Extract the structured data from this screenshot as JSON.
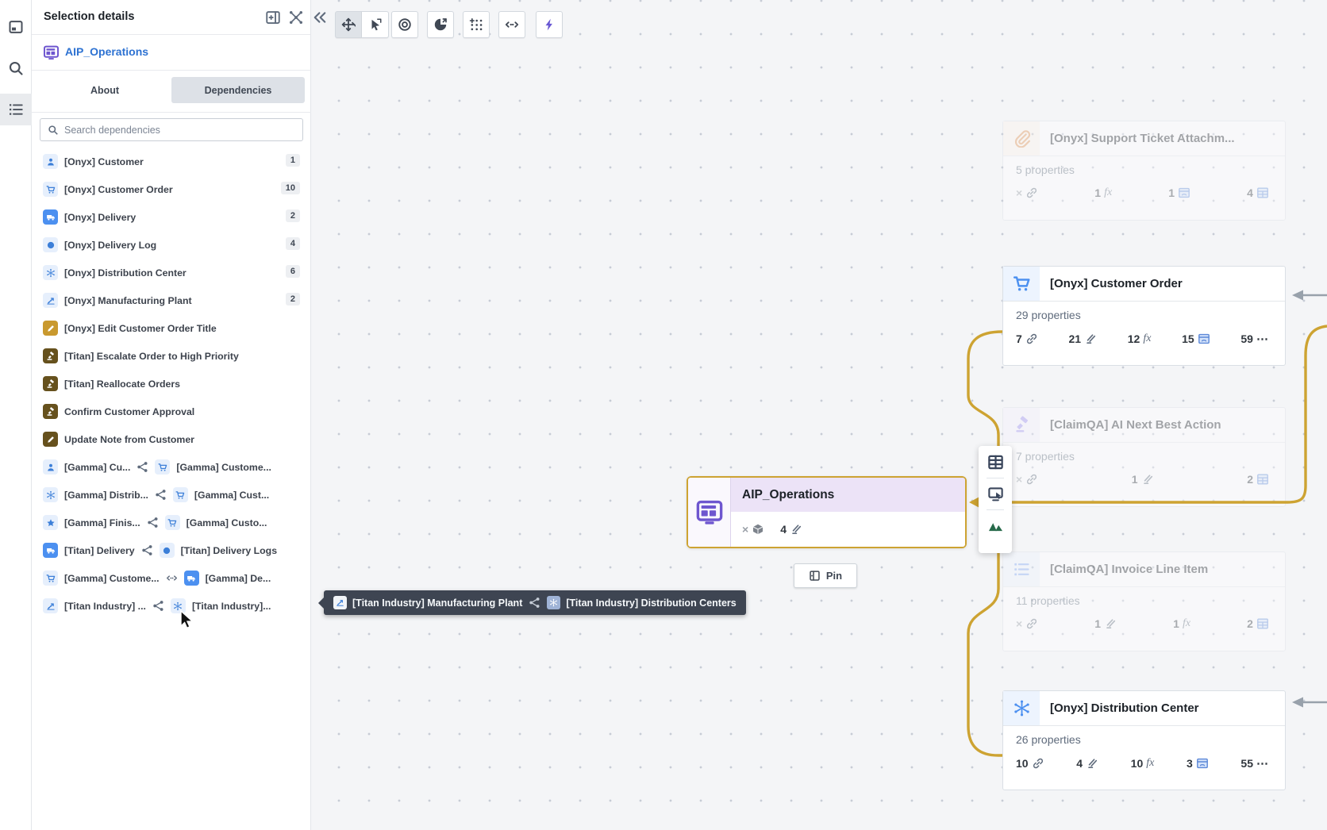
{
  "colors": {
    "accent_gold": "#CDA332",
    "blue": "#2D72D2",
    "node_blue": "#4C90F0",
    "purple": "#6E56CF",
    "tooltip_bg": "#3E4552"
  },
  "left_rail": {
    "items": [
      {
        "name": "panel-preview",
        "icon": "rail-panel",
        "active": false
      },
      {
        "name": "search",
        "icon": "rail-search",
        "active": false
      },
      {
        "name": "selection-list",
        "icon": "rail-list",
        "active": true
      }
    ]
  },
  "panel": {
    "title": "Selection details",
    "header_icons": [
      "open-panel-icon",
      "graph-layout-icon",
      "collapse-icon"
    ],
    "object": {
      "label": "AIP_Operations",
      "icon": "app-table"
    },
    "tabs": [
      {
        "label": "About",
        "active": false
      },
      {
        "label": "Dependencies",
        "active": true
      }
    ],
    "search": {
      "placeholder": "Search dependencies"
    },
    "dependencies": [
      {
        "kind": "object",
        "icon": "person",
        "style": "lightblue",
        "label": "[Onyx] Customer",
        "count": "1"
      },
      {
        "kind": "object",
        "icon": "cart",
        "style": "lightblue",
        "label": "[Onyx] Customer Order",
        "count": "10"
      },
      {
        "kind": "object",
        "icon": "truck",
        "style": "solidblue",
        "label": "[Onyx] Delivery",
        "count": "2"
      },
      {
        "kind": "object",
        "icon": "circle",
        "style": "lightblue",
        "label": "[Onyx] Delivery Log",
        "count": "4"
      },
      {
        "kind": "object",
        "icon": "hub",
        "style": "lightblue",
        "label": "[Onyx] Distribution Center",
        "count": "6"
      },
      {
        "kind": "object",
        "icon": "plant",
        "style": "lightblue",
        "label": "[Onyx] Manufacturing Plant",
        "count": "2"
      },
      {
        "kind": "action",
        "icon": "pencil",
        "style": "orange",
        "label": "[Onyx] Edit Customer Order Title"
      },
      {
        "kind": "action",
        "icon": "gavel",
        "style": "brown",
        "label": "[Titan] Escalate Order to High Priority"
      },
      {
        "kind": "action",
        "icon": "gavel",
        "style": "brown",
        "label": "[Titan] Reallocate Orders"
      },
      {
        "kind": "action",
        "icon": "gavel",
        "style": "brown",
        "label": "Confirm Customer Approval"
      },
      {
        "kind": "action",
        "icon": "pencil",
        "style": "brown",
        "label": "Update Note from Customer"
      },
      {
        "kind": "link",
        "icon": "person",
        "style": "lightblue",
        "label": "[Gamma] Cu...",
        "rel": "share",
        "icon2": "cart",
        "style2": "lightblue",
        "label2": "[Gamma] Custome..."
      },
      {
        "kind": "link",
        "icon": "hub",
        "style": "lightblue",
        "label": "[Gamma] Distrib...",
        "rel": "share",
        "icon2": "cart",
        "style2": "lightblue",
        "label2": "[Gamma] Cust..."
      },
      {
        "kind": "link",
        "icon": "star",
        "style": "lightblue",
        "label": "[Gamma] Finis...",
        "rel": "share",
        "icon2": "cart",
        "style2": "lightblue",
        "label2": "[Gamma] Custo..."
      },
      {
        "kind": "link",
        "icon": "truck",
        "style": "solidblue",
        "label": "[Titan] Delivery",
        "rel": "share",
        "icon2": "circle",
        "style2": "lightblue",
        "label2": "[Titan] Delivery Logs"
      },
      {
        "kind": "link",
        "icon": "cart",
        "style": "lightblue",
        "label": "[Gamma] Custome...",
        "rel": "both",
        "icon2": "truck",
        "style2": "solidblue",
        "label2": "[Gamma] De..."
      },
      {
        "kind": "link",
        "icon": "plant",
        "style": "lightblue",
        "label": "[Titan Industry] ...",
        "rel": "share",
        "icon2": "hub",
        "style2": "lightblue",
        "label2": "[Titan Industry]..."
      }
    ]
  },
  "tooltip": {
    "label1": "[Titan Industry] Manufacturing Plant",
    "rel": "share",
    "label2": "[Titan Industry] Distribution Centers",
    "icon1": "plant",
    "icon2": "hub"
  },
  "canvas": {
    "toolbar": [
      {
        "name": "pan-tool",
        "icon": "move",
        "active": true
      },
      {
        "name": "select-tool",
        "icon": "cursor-tool",
        "active": false
      },
      {
        "name": "focus-tool",
        "icon": "target",
        "active": false
      },
      {
        "name": "radial-layout-tool",
        "icon": "pie",
        "active": false
      },
      {
        "name": "grid-snap-tool",
        "icon": "griddots",
        "active": false
      },
      {
        "name": "distribute-tool",
        "icon": "distribute",
        "active": false
      },
      {
        "name": "quick-action-tool",
        "icon": "bolt",
        "active": false
      }
    ],
    "pin_label": "Pin",
    "aip_node": {
      "title": "AIP_Operations",
      "stats": [
        {
          "value": "×",
          "icon": "cube"
        },
        {
          "value": "4",
          "icon": "actions"
        }
      ]
    },
    "nodes": [
      {
        "id": "support-ticket",
        "title": "[Onyx] Support Ticket Attachm...",
        "icon": "paperclip",
        "properties": "5 properties",
        "faded": true,
        "stats": [
          {
            "value": "×",
            "icon": "link"
          },
          {
            "value": "1",
            "icon": "fx"
          },
          {
            "value": "1",
            "icon": "window"
          },
          {
            "value": "4",
            "icon": "table"
          }
        ]
      },
      {
        "id": "customer-order",
        "title": "[Onyx] Customer Order",
        "icon": "cart",
        "properties": "29 properties",
        "faded": false,
        "stats": [
          {
            "value": "7",
            "icon": "link"
          },
          {
            "value": "21",
            "icon": "actions"
          },
          {
            "value": "12",
            "icon": "fx"
          },
          {
            "value": "15",
            "icon": "window"
          },
          {
            "value": "59",
            "icon": "more"
          }
        ]
      },
      {
        "id": "ai-next-best-action",
        "title": "[ClaimQA] AI Next Best Action",
        "icon": "gavelp",
        "properties": "7 properties",
        "faded": true,
        "stats": [
          {
            "value": "×",
            "icon": "link"
          },
          {
            "value": "1",
            "icon": "actions"
          },
          {
            "value": "2",
            "icon": "table"
          }
        ]
      },
      {
        "id": "invoice-line-item",
        "title": "[ClaimQA] Invoice Line Item",
        "icon": "listic",
        "properties": "11 properties",
        "faded": true,
        "stats": [
          {
            "value": "×",
            "icon": "link"
          },
          {
            "value": "1",
            "icon": "actions"
          },
          {
            "value": "1",
            "icon": "fx"
          },
          {
            "value": "2",
            "icon": "table"
          }
        ]
      },
      {
        "id": "distribution-center",
        "title": "[Onyx] Distribution Center",
        "icon": "hub",
        "properties": "26 properties",
        "faded": false,
        "stats": [
          {
            "value": "10",
            "icon": "link"
          },
          {
            "value": "4",
            "icon": "actions"
          },
          {
            "value": "10",
            "icon": "fx"
          },
          {
            "value": "3",
            "icon": "window"
          },
          {
            "value": "55",
            "icon": "more"
          }
        ]
      }
    ]
  }
}
